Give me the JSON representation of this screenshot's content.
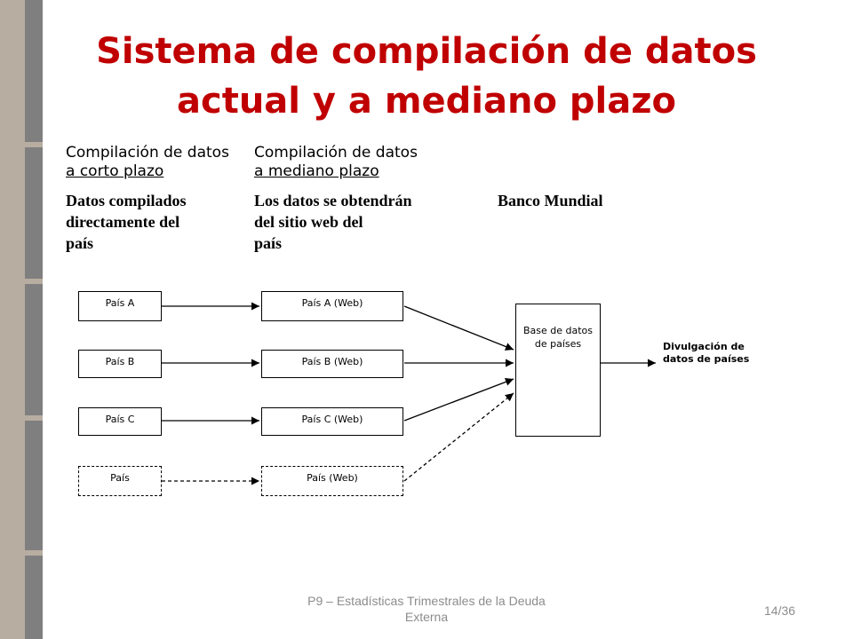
{
  "title": {
    "line1": "Sistema de compilación de datos",
    "line2": "actual y a mediano plazo"
  },
  "columns": {
    "short_term": {
      "head1": "Compilación de datos",
      "head2": "a corto plazo",
      "desc1": "Datos compilados",
      "desc2": "directamente del",
      "desc3": "país"
    },
    "medium_term": {
      "head1": "Compilación de datos",
      "head2": "a mediano plazo",
      "desc1": "Los datos se obtendrán",
      "desc2": "del sitio web del",
      "desc3": "país"
    },
    "world_bank": {
      "desc1": "Banco Mundial"
    }
  },
  "diagram": {
    "left_boxes": [
      "País A",
      "País B",
      "País C",
      "País"
    ],
    "mid_boxes": [
      "País A (Web)",
      "País B (Web)",
      "País C (Web)",
      "País  (Web)"
    ],
    "database_label": "Base de datos\nde países",
    "output_label": "Divulgación de\ndatos de países"
  },
  "footer": {
    "text": "P9 – Estadísticas Trimestrales de la Deuda Externa",
    "page": "14/36"
  }
}
